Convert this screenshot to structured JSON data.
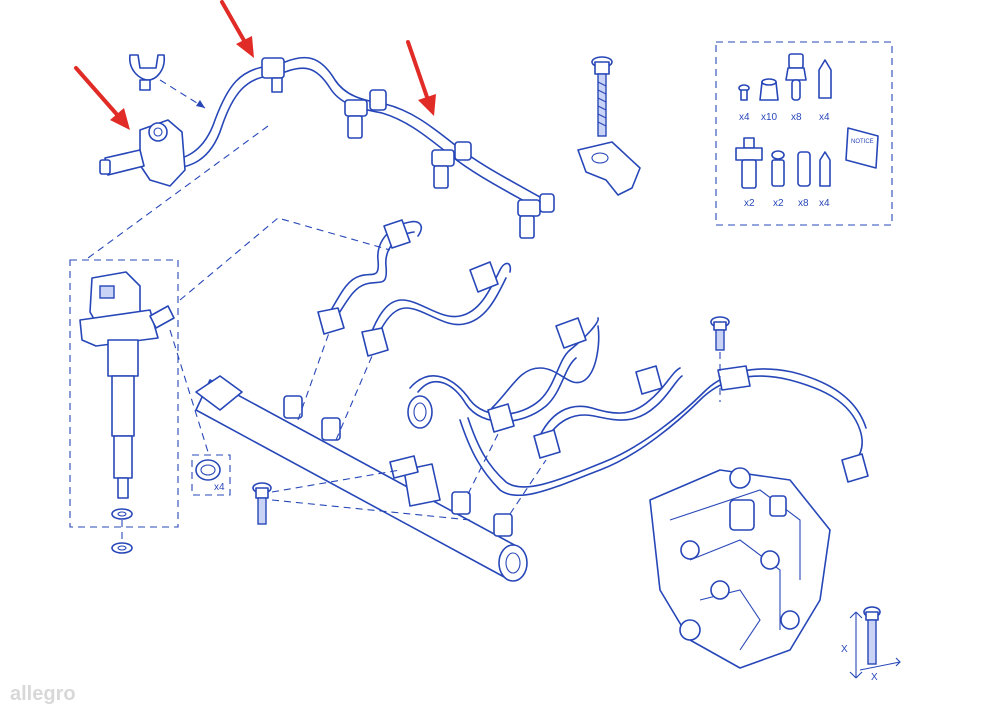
{
  "diagram": {
    "accent_color": "#2747b8",
    "highlight_arrow_color": "#e12b26",
    "kit_labels": {
      "top_row": [
        "x4",
        "x10",
        "x8",
        "x4"
      ],
      "bottom_row": [
        "x2",
        "x2",
        "x8",
        "x4"
      ],
      "notice": "NOTICE"
    },
    "seal_quantity": "x4",
    "dimension_labels": [
      "X",
      "X"
    ],
    "watermark": "allegro"
  }
}
